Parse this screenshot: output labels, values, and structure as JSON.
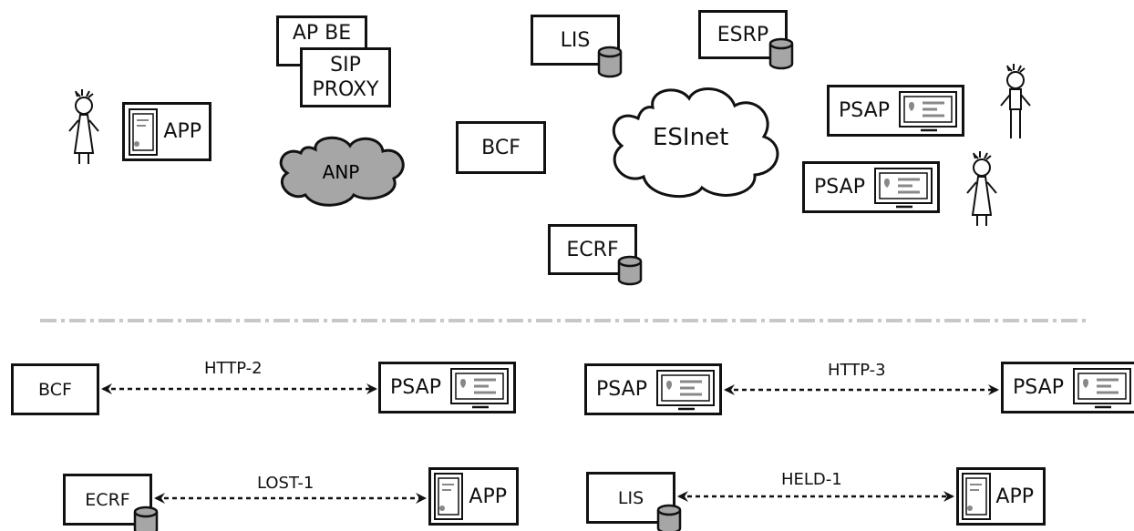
{
  "top": {
    "ap_be": "AP BE",
    "sip_proxy_1": "SIP",
    "sip_proxy_2": "PROXY",
    "lis": "LIS",
    "esrp": "ESRP",
    "app": "APP",
    "anp": "ANP",
    "bcf": "BCF",
    "esinet": "ESInet",
    "psap_1": "PSAP",
    "psap_2": "PSAP",
    "ecrf": "ECRF"
  },
  "bottom": {
    "pair1": {
      "left": "BCF",
      "right": "PSAP",
      "link": "HTTP-2"
    },
    "pair2": {
      "left": "PSAP",
      "right": "PSAP",
      "link": "HTTP-3"
    },
    "pair3": {
      "left": "ECRF",
      "right": "APP",
      "link": "LOST-1"
    },
    "pair4": {
      "left": "LIS",
      "right": "APP",
      "link": "HELD-1"
    }
  },
  "colors": {
    "ink": "#111111",
    "anp_fill": "#a6a6a6",
    "divider": "#c8c8c8"
  }
}
